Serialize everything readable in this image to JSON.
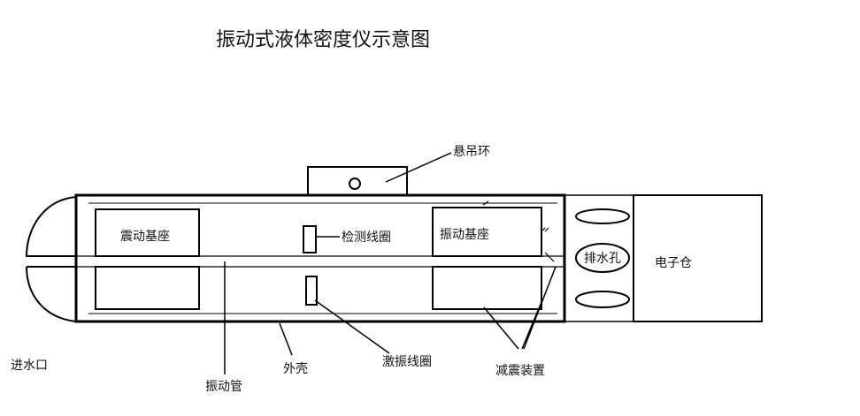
{
  "title": "振动式液体密度仪示意图",
  "labels": {
    "hanging_ring": "悬吊环",
    "vibration_base_left": "震动基座",
    "detection_coil": "检测线圈",
    "vibration_base_right": "振动基座",
    "drain_hole": "排水孔",
    "electronics_bay": "电子仓",
    "water_inlet": "进水口",
    "vibration_tube": "振动管",
    "outer_shell": "外壳",
    "excitation_coil": "激振线圈",
    "damping_device": "减震装置"
  }
}
